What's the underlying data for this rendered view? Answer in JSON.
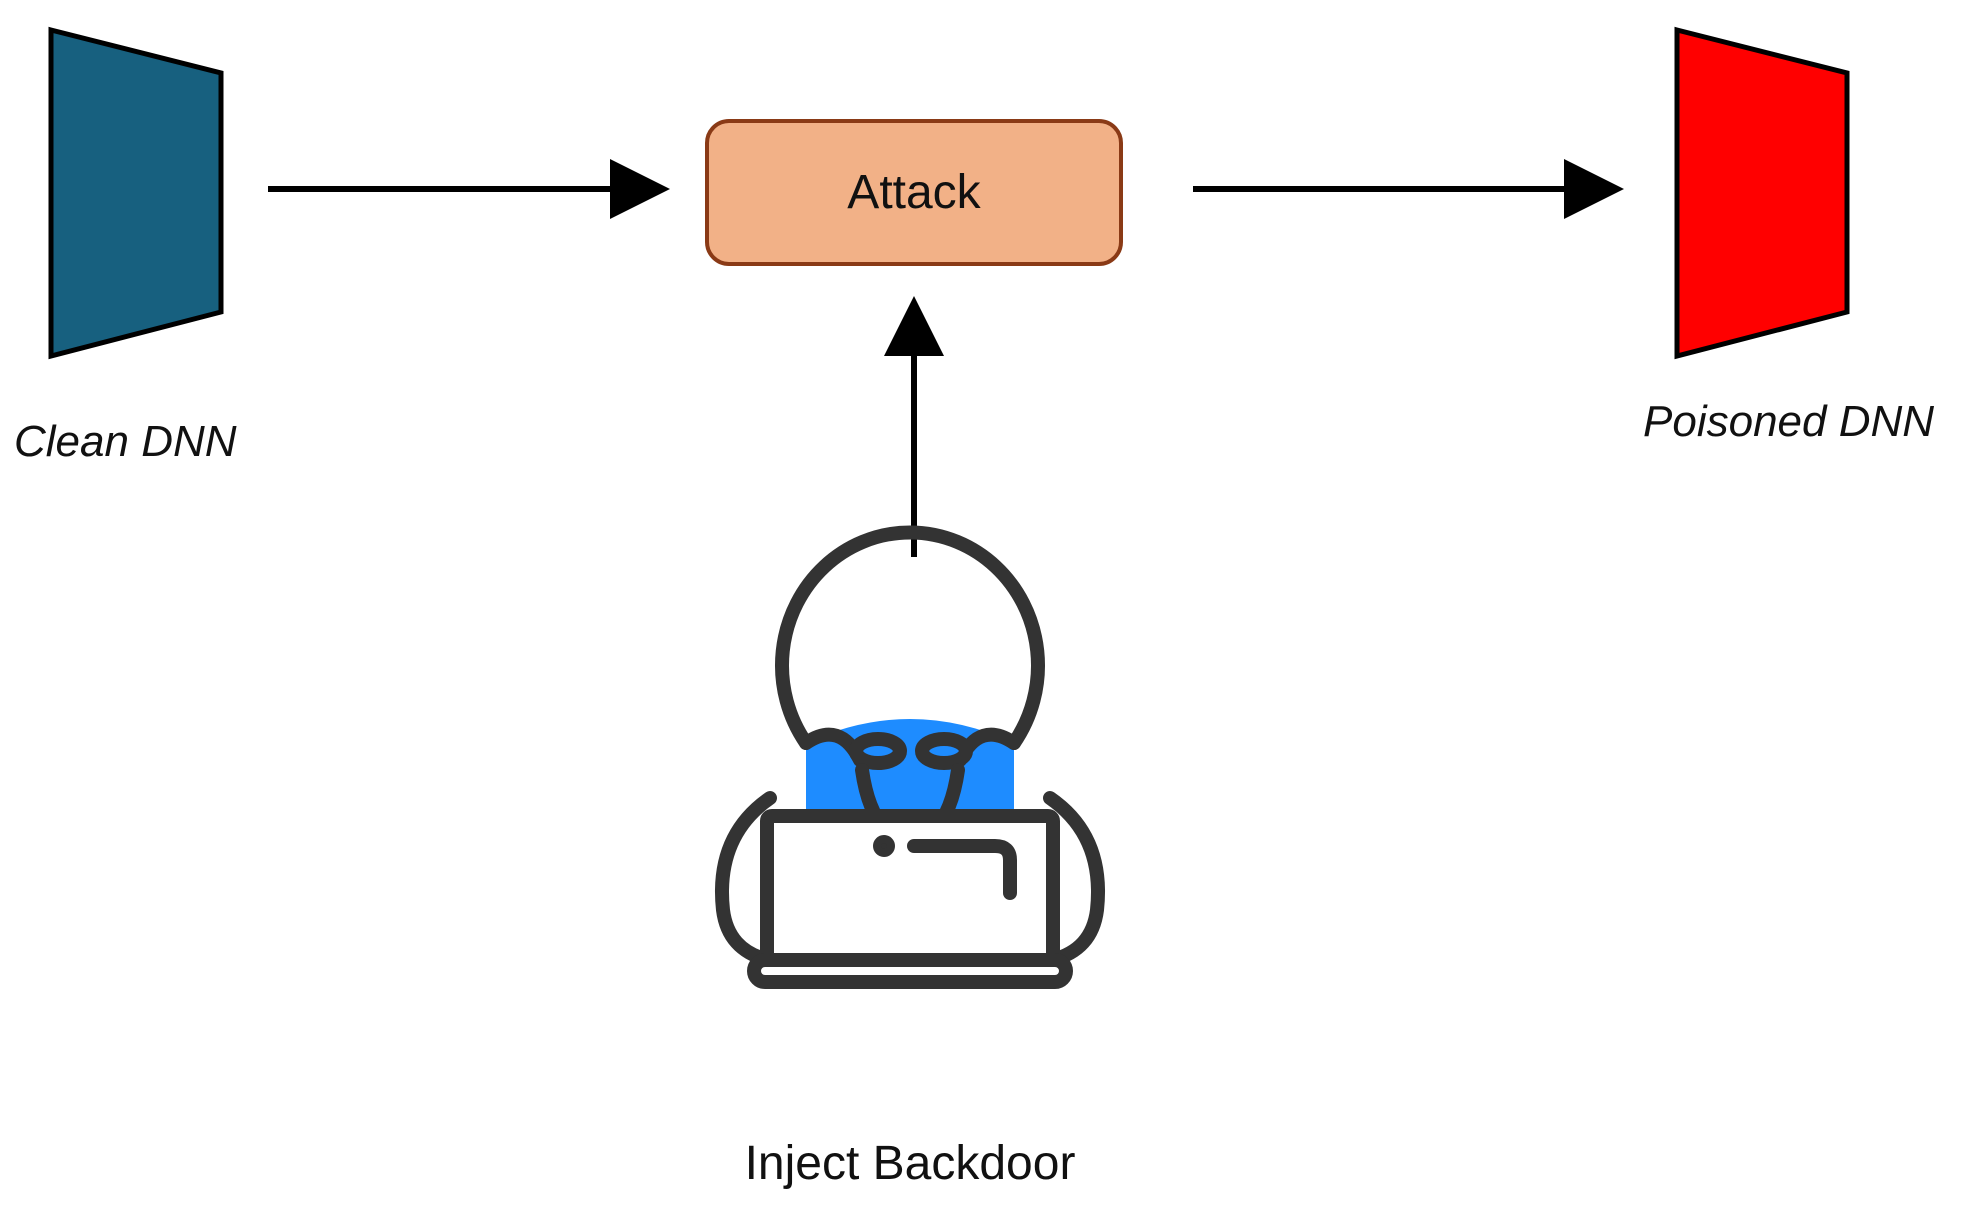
{
  "nodes": {
    "clean": {
      "label": "Clean DNN",
      "color": "#17607f"
    },
    "attack": {
      "label": "Attack",
      "fill": "#f2b187",
      "stroke": "#8a3a16"
    },
    "poisoned": {
      "label": "Poisoned DNN",
      "color": "#ff0000"
    },
    "attacker": {
      "label": "Inject Backdoor",
      "icon": "hacker-laptop-icon",
      "accent": "#1e8cff",
      "line": "#333333"
    }
  },
  "edges": [
    {
      "from": "clean",
      "to": "attack"
    },
    {
      "from": "attack",
      "to": "poisoned"
    },
    {
      "from": "attacker",
      "to": "attack"
    }
  ]
}
